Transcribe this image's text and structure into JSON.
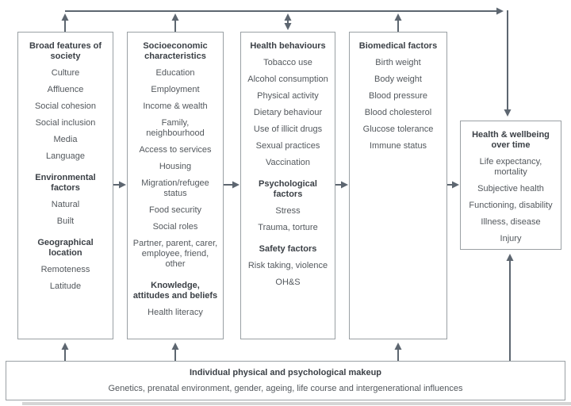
{
  "colors": {
    "arrow": "#5d6670",
    "box_border": "#9aa0a4",
    "heading_text": "#3b4046",
    "body_text": "#53585d",
    "background": "#ffffff"
  },
  "boxes": [
    {
      "name": "broad-features-of-society",
      "sections": [
        {
          "title": "Broad features of society",
          "items": [
            "Culture",
            "Affluence",
            "Social cohesion",
            "Social inclusion",
            "Media",
            "Language"
          ]
        },
        {
          "title": "Environmental factors",
          "items": [
            "Natural",
            "Built"
          ]
        },
        {
          "title": "Geographical location",
          "items": [
            "Remoteness",
            "Latitude"
          ]
        }
      ]
    },
    {
      "name": "socioeconomic-characteristics",
      "sections": [
        {
          "title": "Socioeconomic characteristics",
          "items": [
            "Education",
            "Employment",
            "Income & wealth",
            "Family, neighbourhood",
            "Access to services",
            "Housing",
            "Migration/refugee status",
            "Food security",
            "Social roles",
            "Partner, parent, carer, employee, friend, other"
          ]
        },
        {
          "title": "Knowledge, attitudes and beliefs",
          "items": [
            "Health literacy"
          ]
        }
      ]
    },
    {
      "name": "health-behaviours",
      "sections": [
        {
          "title": "Health behaviours",
          "items": [
            "Tobacco use",
            "Alcohol consumption",
            "Physical activity",
            "Dietary behaviour",
            "Use of illicit drugs",
            "Sexual practices",
            "Vaccination"
          ]
        },
        {
          "title": "Psychological factors",
          "items": [
            "Stress",
            "Trauma, torture"
          ]
        },
        {
          "title": "Safety factors",
          "items": [
            "Risk taking, violence",
            "OH&S"
          ]
        }
      ]
    },
    {
      "name": "biomedical-factors",
      "sections": [
        {
          "title": "Biomedical factors",
          "items": [
            "Birth weight",
            "Body weight",
            "Blood pressure",
            "Blood cholesterol",
            "Glucose tolerance",
            "Immune status"
          ]
        }
      ]
    },
    {
      "name": "health-and-wellbeing-over-time",
      "sections": [
        {
          "title": "Health & wellbeing over time",
          "items": [
            "Life expectancy, mortality",
            "Subjective health",
            "Functioning, disability",
            "Illness, disease",
            "Injury"
          ]
        }
      ]
    }
  ],
  "bottom_box": {
    "title": "Individual physical and psychological makeup",
    "description": "Genetics, prenatal environment, gender, ageing, life course and intergenerational influences"
  }
}
